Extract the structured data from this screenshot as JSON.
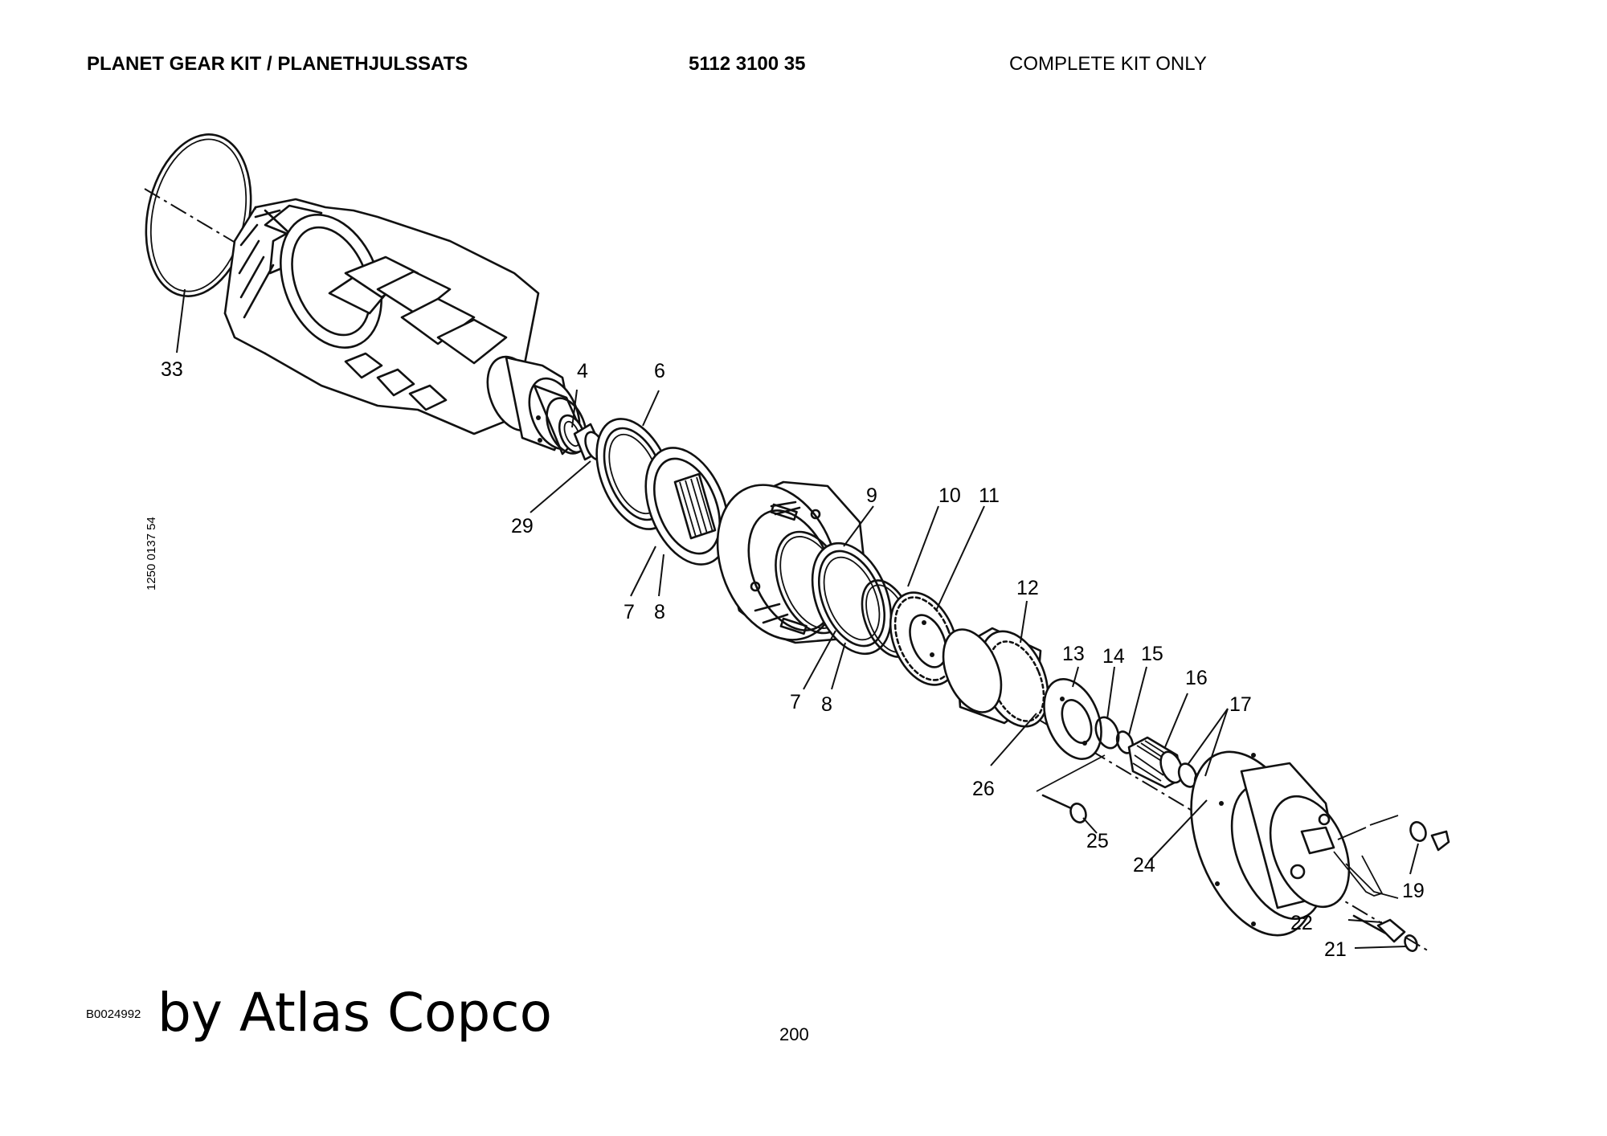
{
  "header": {
    "title": "PLANET GEAR KIT / PLANETHJULSSATS",
    "part_number": "5112 3100 35",
    "note": "COMPLETE KIT ONLY"
  },
  "callouts": [
    "33",
    "4",
    "6",
    "29",
    "7",
    "8",
    "9",
    "10",
    "11",
    "7",
    "8",
    "12",
    "13",
    "14",
    "15",
    "16",
    "17",
    "26",
    "25",
    "24",
    "19",
    "22",
    "21"
  ],
  "side_code": "1250 0137 54",
  "footer": {
    "drawing_code": "B0024992",
    "watermark": "by Atlas Copco",
    "page_number": "200"
  }
}
